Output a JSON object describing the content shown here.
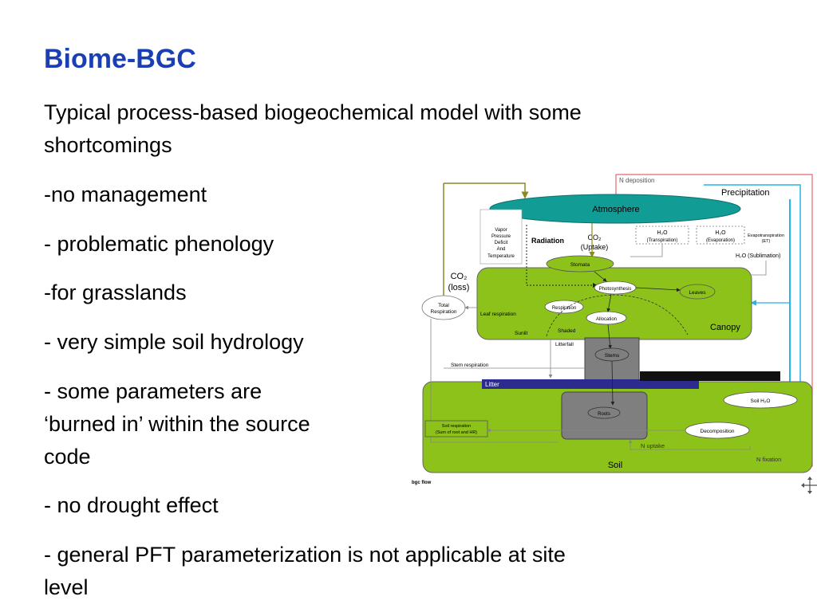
{
  "slide": {
    "title": "Biome-BGC",
    "intro_line1": "Typical process-based biogeochemical model with some",
    "intro_line2": "shortcomings",
    "bullets": {
      "b1": "-no management",
      "b2": "- problematic phenology",
      "b3": "-for grasslands",
      "b4": "- very simple soil hydrology",
      "b5a": "- some parameters are",
      "b5b": "‘burned in’ within the source",
      "b5c": "code",
      "b6": "- no drought effect",
      "b7a": "- general PFT parameterization is not applicable at site",
      "b7b": "level"
    }
  },
  "diagram": {
    "atmosphere": "Atmosphere",
    "precipitation": "Precipitation",
    "n_deposition": "N deposition",
    "vpd_lines": [
      "Vapor",
      "Pressure",
      "Deficit",
      "And",
      "Temperature"
    ],
    "radiation": "Radiation",
    "co2_uptake_1": "CO₂",
    "co2_uptake_2": "(Uptake)",
    "h2o_transp_1": "H₂O",
    "h2o_transp_2": "(Transpiration)",
    "h2o_evap_1": "H₂O",
    "h2o_evap_2": "(Evaporation)",
    "et_1": "Evapotranspiration",
    "et_2": "(ET)",
    "h2o_sublim": "H₂O (Sublimation)",
    "co2_loss_1": "CO₂",
    "co2_loss_2": "(loss)",
    "total_resp_1": "Total",
    "total_resp_2": "Respiration",
    "stomata": "Stomata",
    "photosynthesis": "Photosynthesis",
    "leaves": "Leaves",
    "respiration": "Respiration",
    "allocation": "Allocation",
    "leaf_respiration": "Leaf respiration",
    "sunlit": "Sunlit",
    "shaded": "Shaded",
    "canopy": "Canopy",
    "litterfall": "Litterfall",
    "stems": "Stems",
    "stem_respiration": "Stem respiration",
    "litter": "Litter",
    "soil_h2o": "Soil H₂O",
    "roots": "Roots",
    "decomposition": "Decomposition",
    "soil_resp_1": "Soil respiration",
    "soil_resp_2": "(Sum of root and HR)",
    "n_uptake": "N uptake",
    "n_fixation": "N fixation",
    "soil": "Soil",
    "caption": "bgc flow",
    "colors": {
      "green": "#8cc21a",
      "atmosphere": "#129c96",
      "precip_blue": "#22b5e6",
      "n_red": "#e06a6a",
      "litter_bar": "#2c2c8e",
      "trunk": "#7f7f7f",
      "arrow_olive": "#8a8a20"
    }
  }
}
